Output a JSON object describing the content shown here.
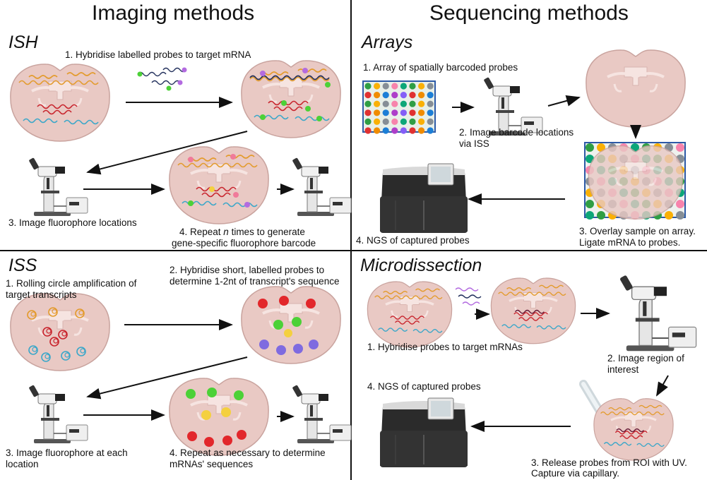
{
  "imaging": {
    "title": "Imaging methods",
    "ish": {
      "label": "ISH",
      "step1": "1. Hybridise labelled probes to target mRNA",
      "step3": "3. Image fluorophore locations",
      "step4_a": "4. Repeat ",
      "step4_n": "n",
      "step4_b": " times to generate",
      "step4_c": "gene-specific fluorophore barcode"
    },
    "iss": {
      "label": "ISS",
      "step1_a": "1. Rolling circle amplification of",
      "step1_b": "target transcripts",
      "step2_a": "2. Hybridise short, labelled probes to",
      "step2_b": "determine 1-2nt of transcript's sequence",
      "step3_a": "3. Image fluorophore at each",
      "step3_b": "location",
      "step4_a": "4. Repeat as necessary to determine",
      "step4_b": "mRNAs' sequences"
    }
  },
  "sequencing": {
    "title": "Sequencing methods",
    "arrays": {
      "label": "Arrays",
      "step1": "1. Array of spatially barcoded probes",
      "step2_a": "2. Image barcode locations",
      "step2_b": "via ISS",
      "step3_a": "3. Overlay sample on array.",
      "step3_b": "Ligate mRNA to probes.",
      "step4": "4. NGS of captured probes"
    },
    "microdissection": {
      "label": "Microdissection",
      "step1": "1. Hybridise probes to target mRNAs",
      "step2_a": "2. Image region of",
      "step2_b": "interest",
      "step3_a": "3. Release probes from ROI with UV.",
      "step3_b": "Capture via capillary.",
      "step4": "4. NGS of captured probes"
    }
  },
  "colors": {
    "tissue": "#e9c9c4",
    "tissue_edge": "#c9a39e",
    "orange": "#e39b2d",
    "red": "#c8232c",
    "blue": "#3aa7c9",
    "navy": "#1f2d5a",
    "green": "#4cd137",
    "purple": "#b36be0",
    "yellow": "#f4d03f"
  },
  "icons": [
    "brain-section-icon",
    "microscope-icon",
    "sequencer-icon",
    "barcode-array-icon",
    "probe-icon",
    "capillary-icon"
  ]
}
